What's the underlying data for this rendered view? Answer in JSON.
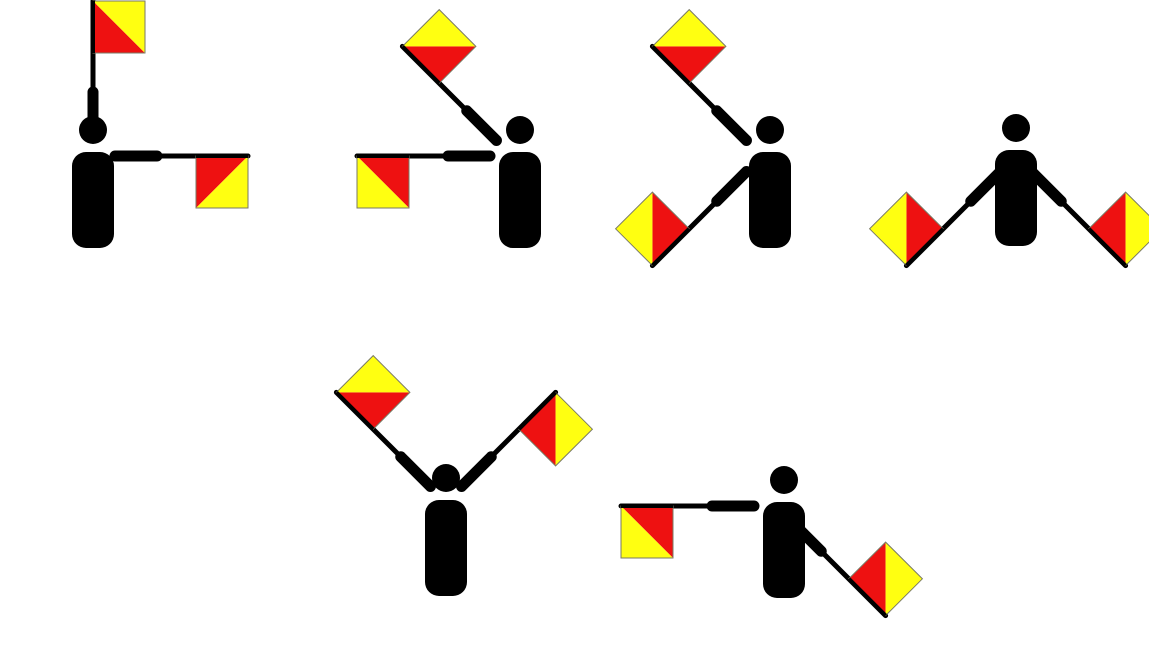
{
  "colors": {
    "background": "#ffffff",
    "figure": "#000000",
    "flag_red": "#ee1111",
    "flag_yellow": "#ffff11",
    "flag_outline": "#7a7a66"
  },
  "icons": {
    "person": "person-icon",
    "flag": "semaphore-flag-icon"
  },
  "signals": [
    {
      "name": "semaphore-signal-1",
      "arms": [
        "up",
        "right"
      ]
    },
    {
      "name": "semaphore-signal-2",
      "arms": [
        "up-left",
        "left"
      ]
    },
    {
      "name": "semaphore-signal-3",
      "arms": [
        "up-left",
        "down-left"
      ]
    },
    {
      "name": "semaphore-signal-4",
      "arms": [
        "down-left",
        "down-right"
      ]
    },
    {
      "name": "semaphore-signal-5",
      "arms": [
        "up-left",
        "up-right"
      ]
    },
    {
      "name": "semaphore-signal-6",
      "arms": [
        "left",
        "down-right"
      ]
    }
  ]
}
